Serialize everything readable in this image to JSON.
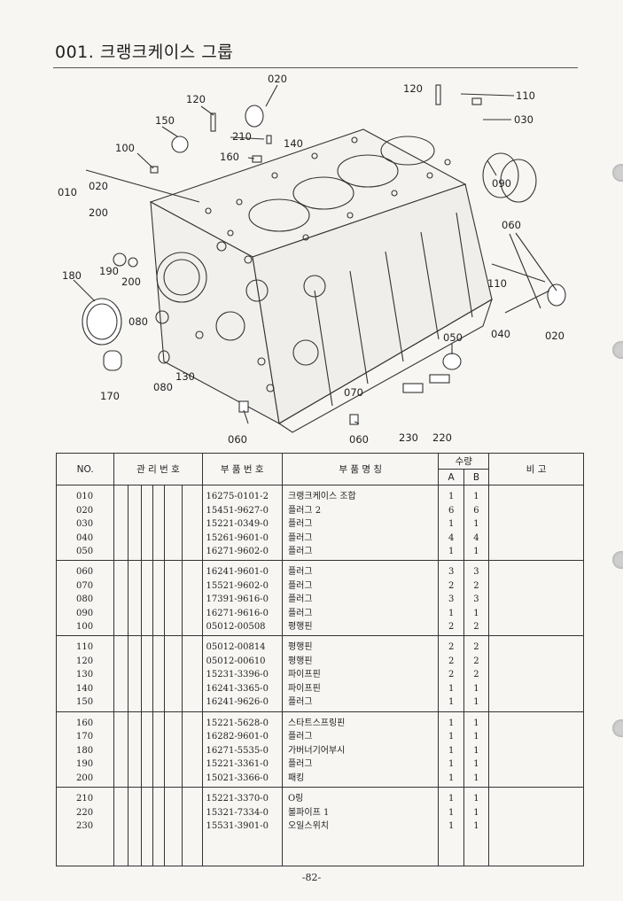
{
  "header": {
    "title": "001. 크랭크케이스 그룹"
  },
  "diagram": {
    "callouts": [
      "020",
      "120",
      "110",
      "030",
      "150",
      "120",
      "210",
      "140",
      "100",
      "160",
      "090",
      "010",
      "020",
      "200",
      "060",
      "180",
      "190",
      "200",
      "110",
      "080",
      "040",
      "020",
      "050",
      "080",
      "130",
      "170",
      "070",
      "060",
      "060",
      "230",
      "220"
    ]
  },
  "table": {
    "headers": {
      "no": "NO.",
      "mgmt": "관 리 번 호",
      "part_no": "부 품 번 호",
      "name": "부 품 명 칭",
      "qty": "수량",
      "a": "A",
      "b": "B",
      "remark": "비 고"
    },
    "sections": [
      {
        "rows": [
          {
            "no": "010",
            "part_no": "16275-0101-2",
            "name": "크랭크케이스 조합",
            "a": "1",
            "b": "1"
          },
          {
            "no": "020",
            "part_no": "15451-9627-0",
            "name": "플러그 2",
            "a": "6",
            "b": "6"
          },
          {
            "no": "030",
            "part_no": "15221-0349-0",
            "name": "플러그",
            "a": "1",
            "b": "1"
          },
          {
            "no": "040",
            "part_no": "15261-9601-0",
            "name": "플러그",
            "a": "4",
            "b": "4"
          },
          {
            "no": "050",
            "part_no": "16271-9602-0",
            "name": "플러그",
            "a": "1",
            "b": "1"
          }
        ]
      },
      {
        "rows": [
          {
            "no": "060",
            "part_no": "16241-9601-0",
            "name": "플러그",
            "a": "3",
            "b": "3"
          },
          {
            "no": "070",
            "part_no": "15521-9602-0",
            "name": "플러그",
            "a": "2",
            "b": "2"
          },
          {
            "no": "080",
            "part_no": "17391-9616-0",
            "name": "플러그",
            "a": "3",
            "b": "3"
          },
          {
            "no": "090",
            "part_no": "16271-9616-0",
            "name": "플러그",
            "a": "1",
            "b": "1"
          },
          {
            "no": "100",
            "part_no": "05012-00508",
            "name": "평행핀",
            "a": "2",
            "b": "2"
          }
        ]
      },
      {
        "rows": [
          {
            "no": "110",
            "part_no": "05012-00814",
            "name": "평행핀",
            "a": "2",
            "b": "2"
          },
          {
            "no": "120",
            "part_no": "05012-00610",
            "name": "평행핀",
            "a": "2",
            "b": "2"
          },
          {
            "no": "130",
            "part_no": "15231-3396-0",
            "name": "파이프핀",
            "a": "2",
            "b": "2"
          },
          {
            "no": "140",
            "part_no": "16241-3365-0",
            "name": "파이프핀",
            "a": "1",
            "b": "1"
          },
          {
            "no": "150",
            "part_no": "16241-9626-0",
            "name": "플러그",
            "a": "1",
            "b": "1"
          }
        ]
      },
      {
        "rows": [
          {
            "no": "160",
            "part_no": "15221-5628-0",
            "name": "스타트스프링핀",
            "a": "1",
            "b": "1"
          },
          {
            "no": "170",
            "part_no": "16282-9601-0",
            "name": "플러그",
            "a": "1",
            "b": "1"
          },
          {
            "no": "180",
            "part_no": "16271-5535-0",
            "name": "가버너기어부시",
            "a": "1",
            "b": "1"
          },
          {
            "no": "190",
            "part_no": "15221-3361-0",
            "name": "플러그",
            "a": "1",
            "b": "1"
          },
          {
            "no": "200",
            "part_no": "15021-3366-0",
            "name": "패킹",
            "a": "1",
            "b": "1"
          }
        ]
      },
      {
        "rows": [
          {
            "no": "210",
            "part_no": "15221-3370-0",
            "name": "O링",
            "a": "1",
            "b": "1"
          },
          {
            "no": "220",
            "part_no": "15321-7334-0",
            "name": "볼파이프 1",
            "a": "1",
            "b": "1"
          },
          {
            "no": "230",
            "part_no": "15531-3901-0",
            "name": "오일스위치",
            "a": "1",
            "b": "1"
          }
        ]
      }
    ]
  },
  "footer": {
    "page": "-82-"
  }
}
